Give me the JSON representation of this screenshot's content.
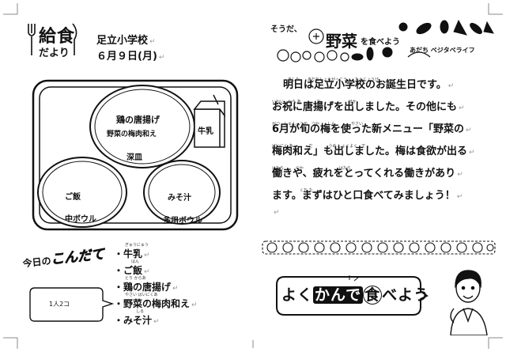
{
  "header": {
    "logo_main": "給食",
    "logo_sub": "だより",
    "school": "足立小学校",
    "date": "６月９日(月)",
    "banner_lead": "そうだ、",
    "banner_main": "野菜",
    "banner_tail": "を食べよう",
    "banner_sub": "あだち ベジタベライフ"
  },
  "tray": {
    "main_dish": "鶏の唐揚げ",
    "side_dish": "野菜の梅肉和え",
    "main_dish_bowl": "深皿",
    "milk": "牛乳",
    "rice": "ご飯",
    "rice_bowl": "中ボウル",
    "soup": "みそ汁",
    "soup_bowl": "多用ボウル"
  },
  "menu": {
    "title_a": "今日の",
    "title_b": "こんだて",
    "portion": "1人2コ",
    "items": [
      "牛乳",
      "ご飯",
      "鶏の唐揚げ",
      "野菜の梅肉和え",
      "みそ汁"
    ],
    "item_ruby": [
      "ぎゅうにゅう",
      "はん",
      "とり からあ",
      "やさい ばいにくあ",
      "しる"
    ]
  },
  "article": {
    "lines": [
      "明日は足立小学校のお誕生日です。",
      "お祝に唐揚げを出しました。その他にも",
      "6月が旬の梅を使った新メニュー「野菜の",
      "梅肉和え」も出しました。梅は食欲が出る",
      "働きや、疲れをとってくれる働きがあり",
      "ます。まずはひと口食べてみましょう！"
    ],
    "rubies": [
      "あした　　あだちしょうがっこう　　たんじょうび",
      "いわい　から あ　　　　だ　　　　　　　ほか",
      "がつ　しゅん　うめ　つか　　しん　　　　やさい",
      "ばいにく あ　　　　だ　　　　うめ しょくよく　で",
      "はたら　　　つか　　　　　　　　　はたら",
      "　　　　　　　くち た"
    ]
  },
  "slogan": {
    "text_a": "よく",
    "text_b": "かんで",
    "text_c": "食",
    "text_d": "べよう"
  },
  "colors": {
    "ink": "#111111",
    "paper": "#ffffff",
    "line": "#222222"
  }
}
